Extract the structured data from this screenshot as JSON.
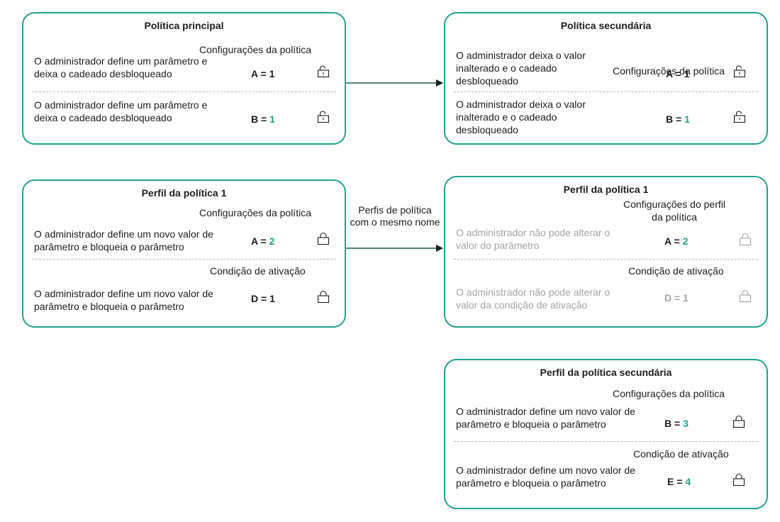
{
  "colors": {
    "accent": "#23a18b",
    "text": "#1d1d1b",
    "disabled": "#a4a4a4",
    "separator": "#b9b9b9"
  },
  "main_policy": {
    "title": "Política principal",
    "section": "Configurações da política",
    "row1": {
      "desc": "O administrador define um parâmetro e deixa o cadeado desbloqueado",
      "name": "A",
      "value": "1",
      "lock": "unlocked-padlock-icon"
    },
    "row2": {
      "desc": "O administrador define um parâmetro e deixa o cadeado desbloqueado",
      "name": "B",
      "value": "1",
      "lock": "unlocked-padlock-icon"
    }
  },
  "secondary_policy": {
    "title": "Política secundária",
    "section": "Configurações da política",
    "row1": {
      "desc": "O administrador deixa o valor inalterado e o cadeado desbloqueado",
      "name": "A",
      "value": "1",
      "lock": "unlocked-padlock-icon"
    },
    "row2": {
      "desc": "O administrador deixa o valor inalterado e o cadeado desbloqueado",
      "name": "B",
      "value": "1",
      "lock": "unlocked-padlock-icon"
    }
  },
  "profile1": {
    "title": "Perfil da política 1",
    "section1": "Configurações da política",
    "row1": {
      "desc": "O administrador define um novo valor de parâmetro e bloqueia o parâmetro",
      "name": "A",
      "value": "2",
      "lock": "locked-padlock-icon"
    },
    "section2": "Condição de ativação",
    "row2": {
      "desc": "O administrador define um novo valor de parâmetro e bloqueia o parâmetro",
      "name": "D",
      "value": "1",
      "lock": "locked-padlock-icon"
    }
  },
  "arrow_label": "Perfis de política com o mesmo nome",
  "profile1_secondary": {
    "title": "Perfil da política 1",
    "section1": "Configurações do perfil da política",
    "row1": {
      "desc": "O administrador não pode alterar o valor do parâmetro",
      "name": "A",
      "value": "2",
      "lock": "locked-padlock-icon"
    },
    "section2": "Condição de ativação",
    "row2": {
      "desc": "O administrador não pode alterar o valor da condição de ativação",
      "name": "D",
      "value": "1",
      "lock": "locked-padlock-icon"
    }
  },
  "secondary_profile": {
    "title": "Perfil da política secundária",
    "section1": "Configurações da política",
    "row1": {
      "desc": "O administrador define um novo valor de parâmetro e bloqueia o parâmetro",
      "name": "B",
      "value": "3",
      "lock": "locked-padlock-icon"
    },
    "section2": "Condição de ativação",
    "row2": {
      "desc": "O administrador define um novo valor de parâmetro e bloqueia o parâmetro",
      "name": "E",
      "value": "4",
      "lock": "locked-padlock-icon"
    }
  }
}
